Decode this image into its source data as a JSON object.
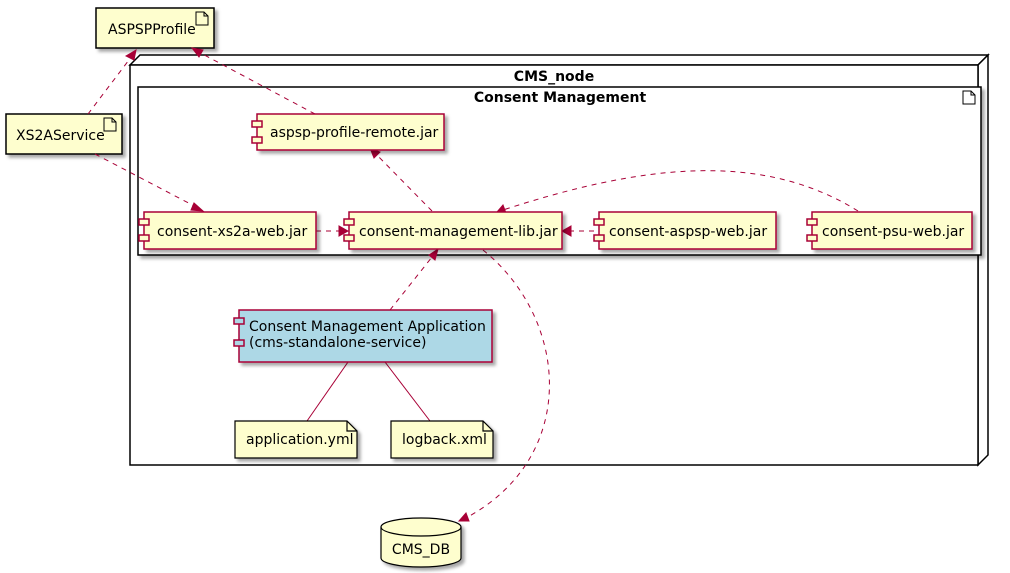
{
  "nodes": {
    "aspsp_profile": "ASPSPProfile",
    "xs2a_service": "XS2AService",
    "cms_node": "CMS_node",
    "consent_management": "Consent Management",
    "aspsp_profile_remote": "aspsp-profile-remote.jar",
    "consent_xs2a_web": "consent-xs2a-web.jar",
    "consent_management_lib": "consent-management-lib.jar",
    "consent_aspsp_web": "consent-aspsp-web.jar",
    "consent_psu_web": "consent-psu-web.jar",
    "cms_app_line1": "Consent Management Application",
    "cms_app_line2": "(cms-standalone-service)",
    "application_yml": "application.yml",
    "logback_xml": "logback.xml",
    "cms_db": "CMS_DB"
  },
  "colors": {
    "element_fill": "#FEFECE",
    "element_border": "#A80036",
    "highlight_fill": "#ADD8E6"
  }
}
